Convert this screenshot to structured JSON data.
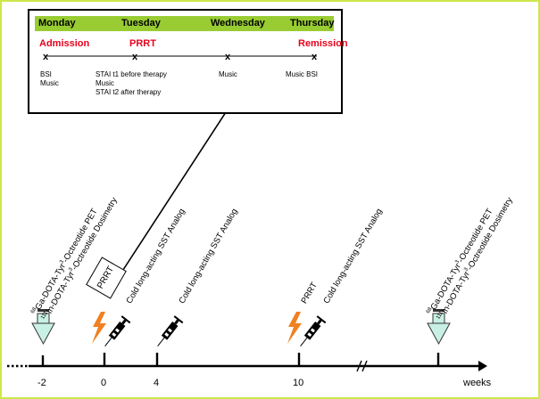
{
  "schedule": {
    "days": [
      "Monday",
      "Tuesday",
      "Wednesday",
      "Thursday"
    ],
    "events": [
      "Admission",
      "PRRT",
      "Remission"
    ],
    "marker": "x",
    "notes": {
      "monday": [
        "BSI",
        "Music"
      ],
      "tuesday": [
        "STAI t1 before therapy",
        "Music",
        "STAI t2 after therapy"
      ],
      "wednesday": [
        "Music"
      ],
      "thursday": [
        "Music BSI"
      ]
    },
    "colors": {
      "day_bar": "#99cc33",
      "event_text": "#e8001c",
      "frame": "#cce84a"
    }
  },
  "timeline": {
    "unit": "weeks",
    "ticks": [
      "-2",
      "0",
      "4",
      "10"
    ],
    "labels": {
      "week_minus2": {
        "line1_iso": "68",
        "line1_text": "Ga-DOTA-Tyr",
        "line1_sup": "3",
        "line1_rest": "-Octreotide PET",
        "line2_iso": "111",
        "line2_text": "In-DOTA-Tyr",
        "line2_sup": "3",
        "line2_rest": "-Octreotide Dosimetry"
      },
      "week0_box": "PRRT",
      "week0_drug": "Cold long-acting SST Analog",
      "week4_drug": "Cold long-acting SST Analog",
      "week10_therapy": "PRRT",
      "week10_drug": "Cold long-acting SST Analog",
      "week_final": {
        "line1_iso": "68",
        "line1_text": "Ga-DOTA-Tyr",
        "line1_sup": "3",
        "line1_rest": "-Octreotide PET",
        "line2_iso": "111",
        "line2_text": "In-DOTA-Tyr",
        "line2_sup": "3",
        "line2_rest": "-Octreotide Dosimetry"
      }
    },
    "icons": {
      "imaging": "down-arrow-icon",
      "therapy": "lightning-bolt-icon",
      "injection": "syringe-icon"
    }
  }
}
